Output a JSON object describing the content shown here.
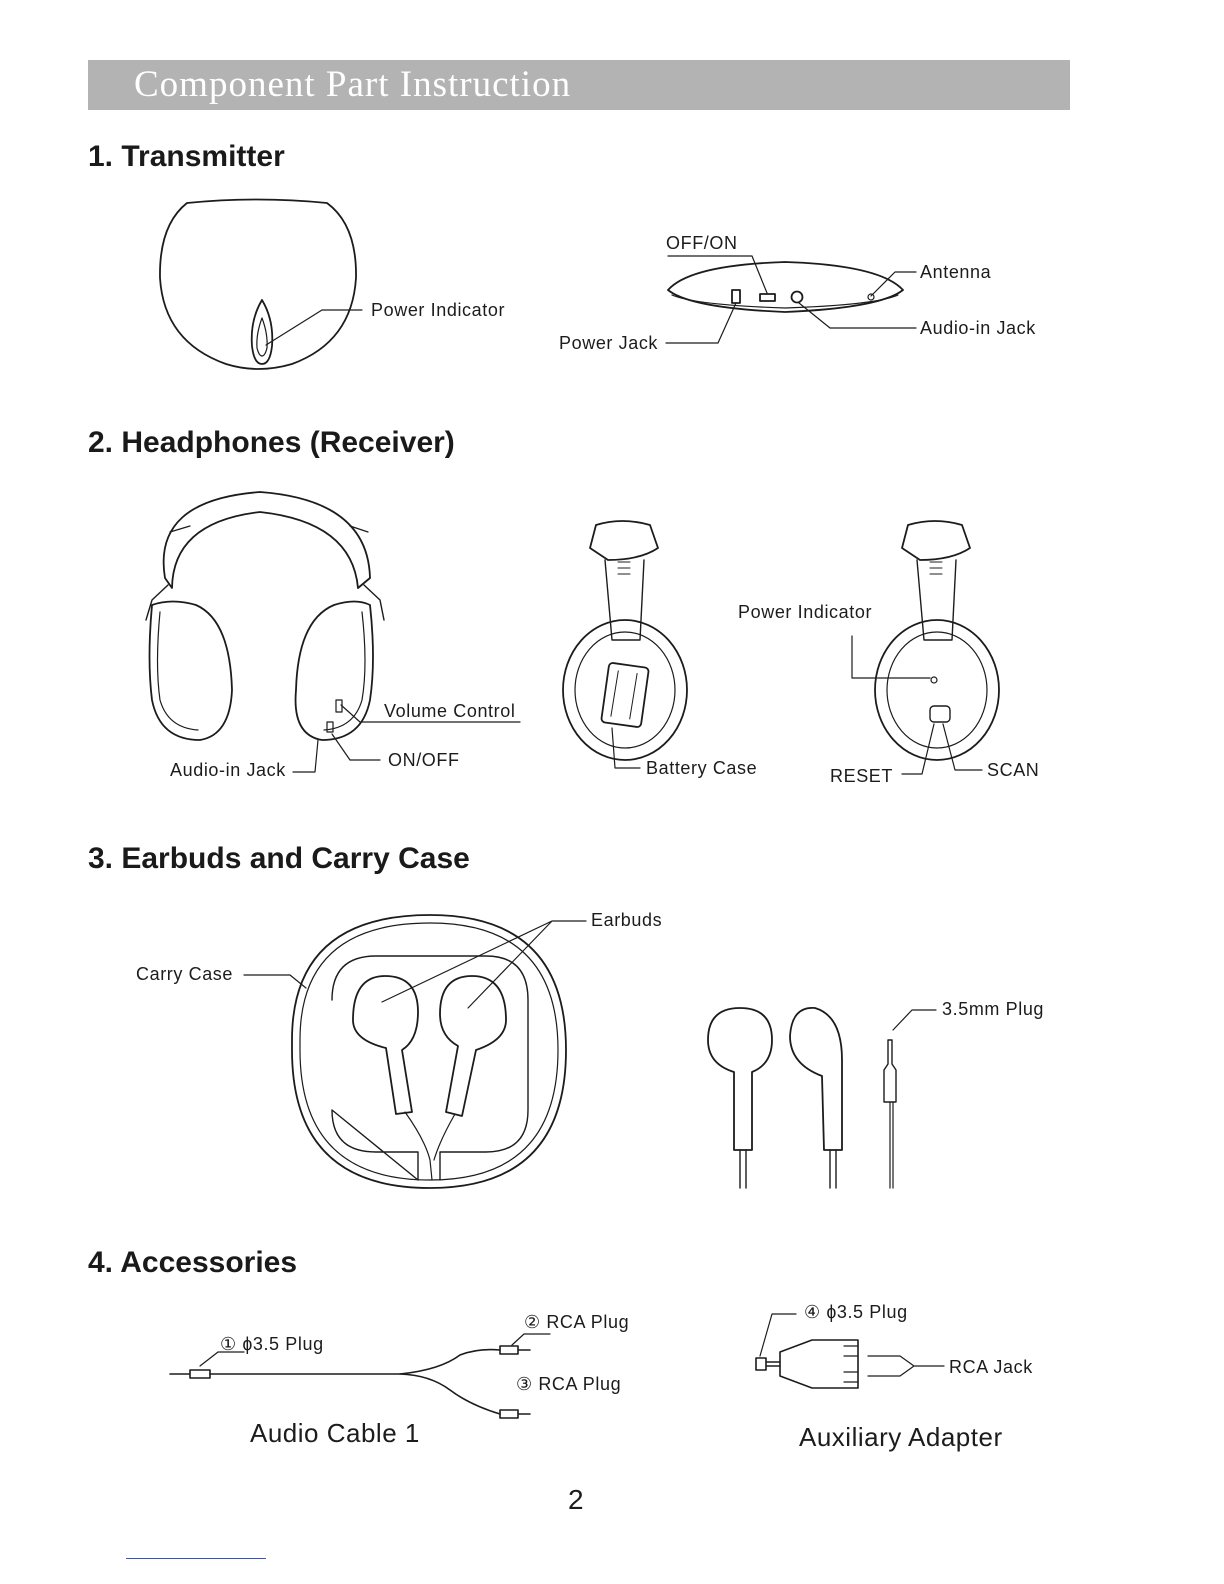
{
  "banner": {
    "title": "Component Part Instruction"
  },
  "sections": {
    "transmitter": {
      "title": "1. Transmitter",
      "labels": {
        "power_indicator": "Power Indicator",
        "off_on": "OFF/ON",
        "antenna": "Antenna",
        "audio_in_jack": "Audio-in Jack",
        "power_jack": "Power Jack"
      }
    },
    "headphones": {
      "title": "2. Headphones (Receiver)",
      "labels": {
        "volume_control": "Volume Control",
        "on_off": "ON/OFF",
        "audio_in_jack": "Audio-in Jack",
        "battery_case": "Battery Case",
        "power_indicator": "Power Indicator",
        "reset": "RESET",
        "scan": "SCAN"
      }
    },
    "earbuds": {
      "title": "3. Earbuds and Carry Case",
      "labels": {
        "earbuds": "Earbuds",
        "carry_case": "Carry Case",
        "plug": "3.5mm Plug"
      }
    },
    "accessories": {
      "title": "4. Accessories",
      "labels": {
        "plug_1": "① ɸ3.5 Plug",
        "rca_plug_2": "② RCA Plug",
        "rca_plug_3": "③ RCA Plug",
        "plug_4": "④ ɸ3.5 Plug",
        "rca_jack": "RCA Jack"
      },
      "captions": {
        "audio_cable": "Audio Cable 1",
        "auxiliary_adapter": "Auxiliary Adapter"
      }
    }
  },
  "page_number": "2"
}
